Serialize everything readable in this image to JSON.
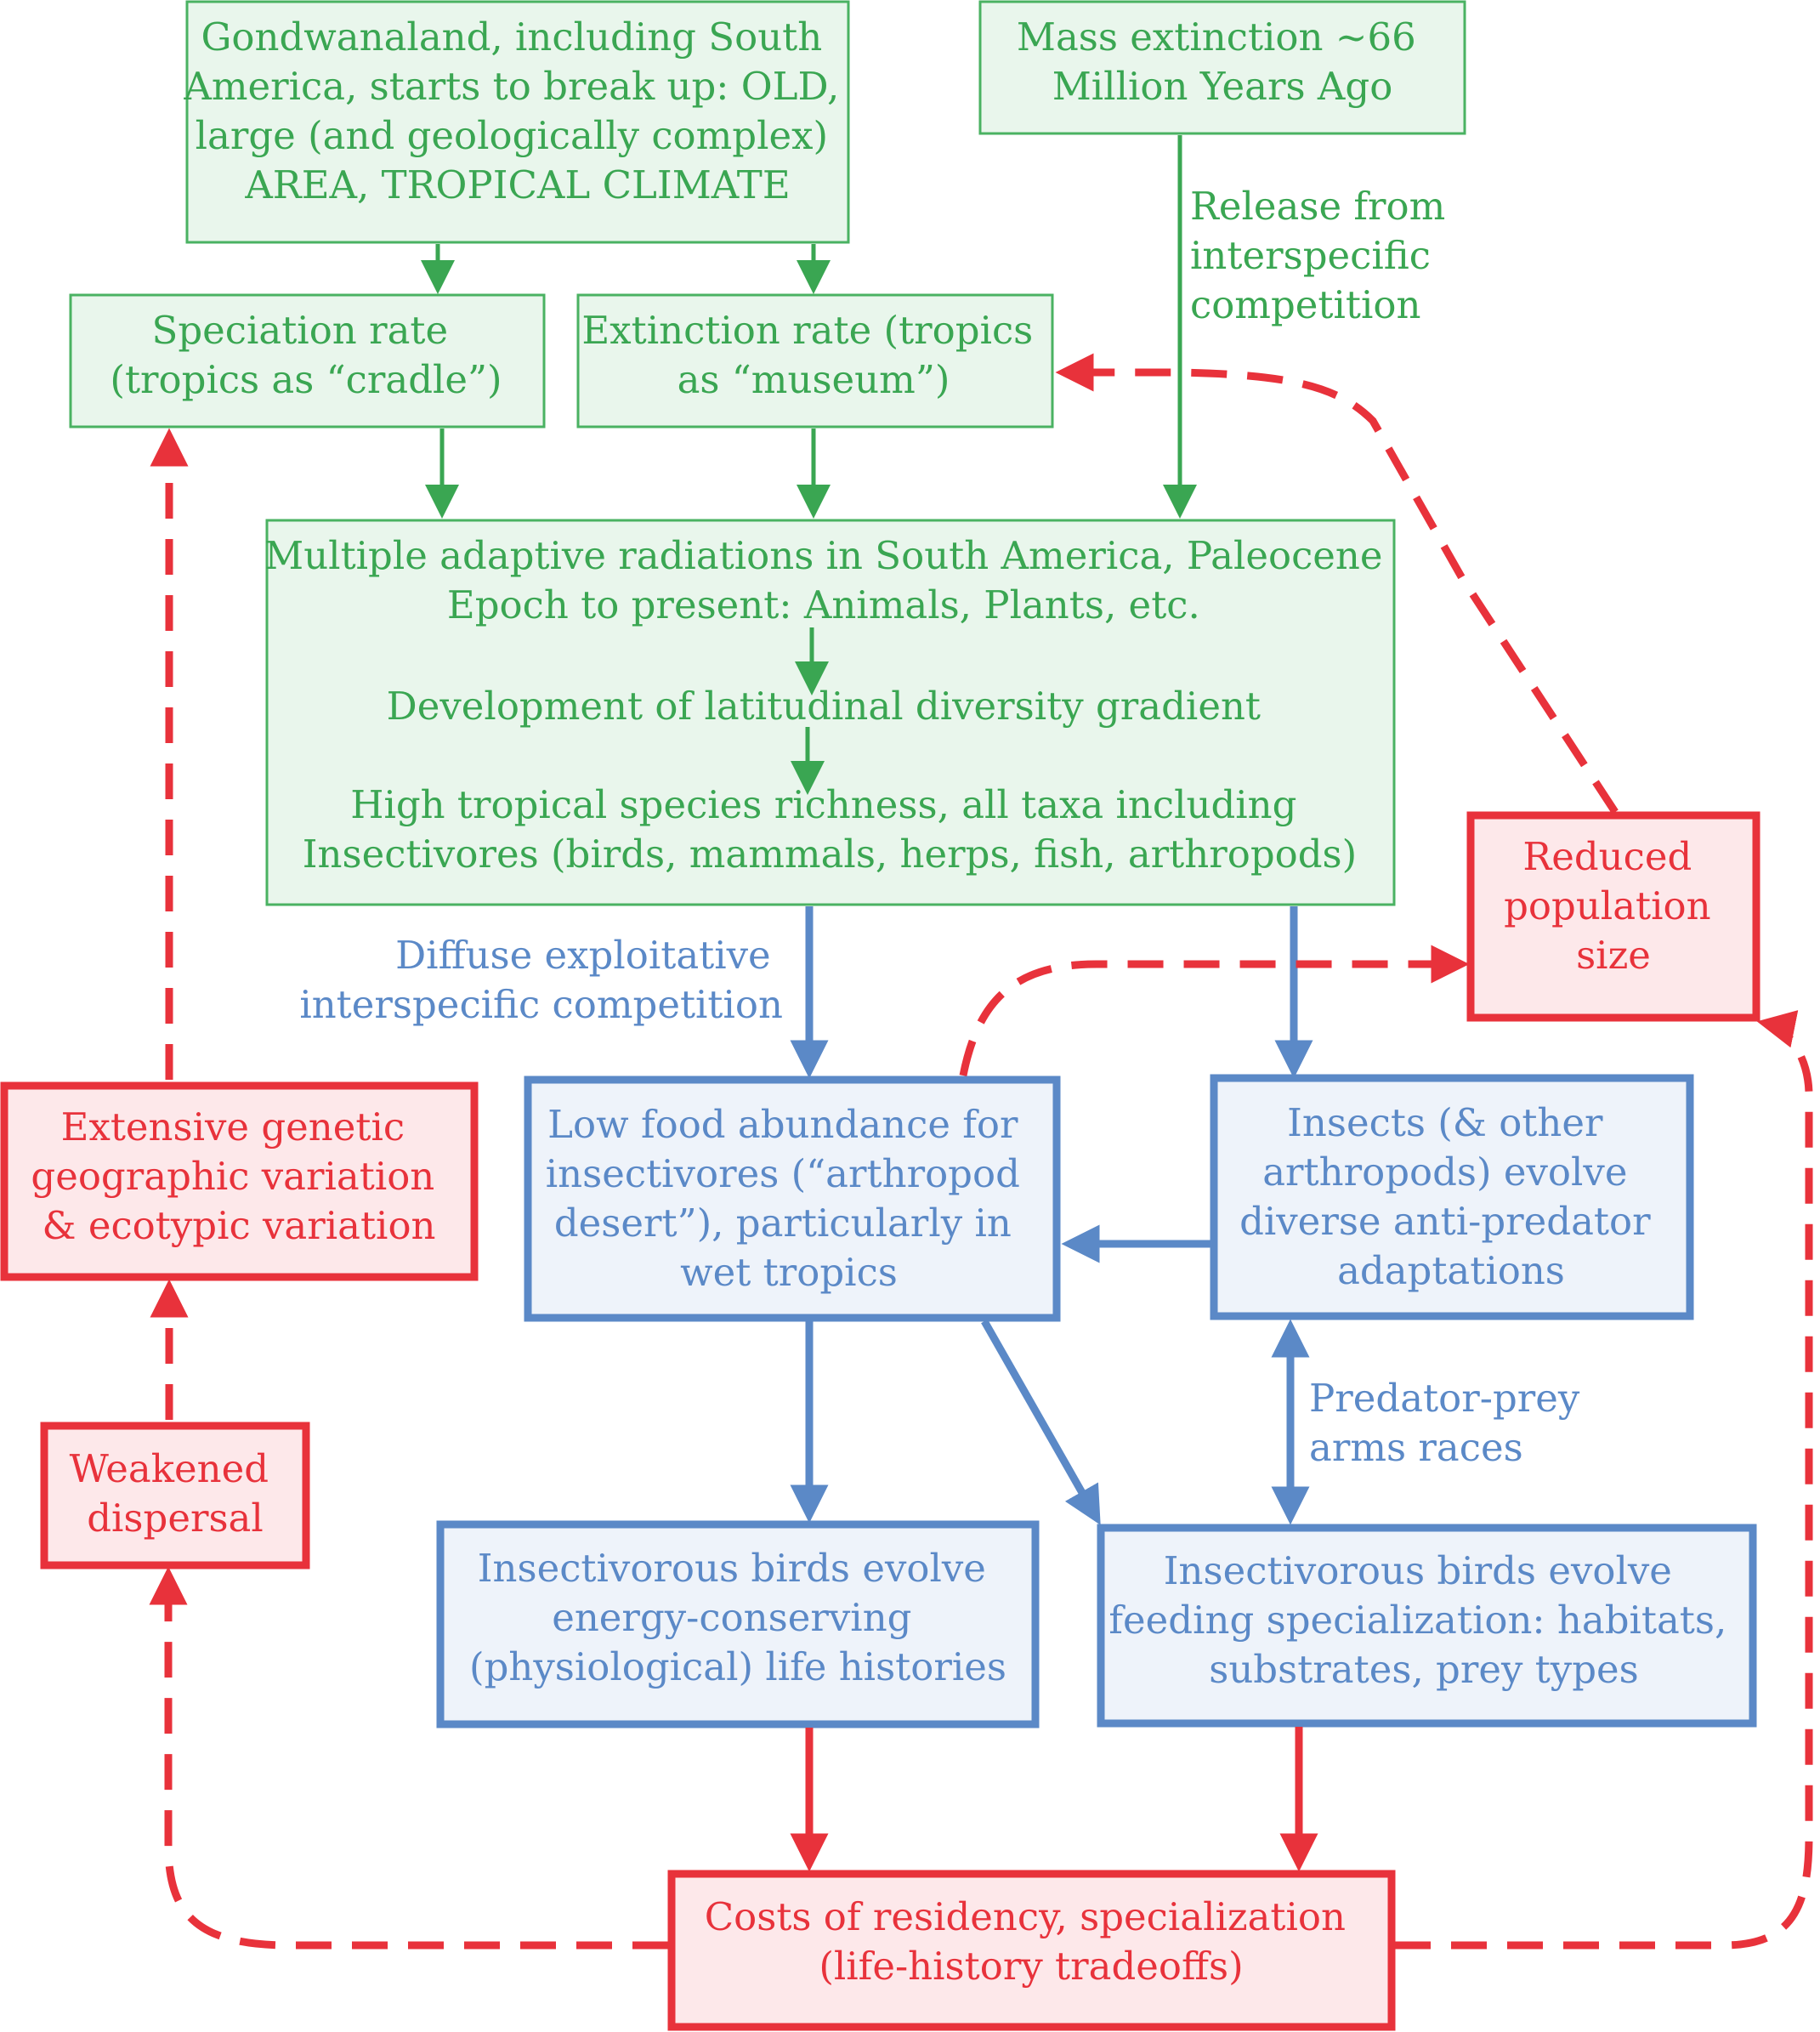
{
  "colors": {
    "green_stroke": "#4ab262",
    "green_fill": "#e9f6ec",
    "green_text": "#3aa652",
    "blue_stroke": "#5b89c7",
    "blue_fill": "#eef3fa",
    "blue_text": "#5b89c7",
    "red_stroke": "#e8323b",
    "red_fill": "#fde8ea",
    "red_text": "#e8323b"
  },
  "nodes": {
    "gondwanaland": [
      "Gondwanaland, including South",
      "America, starts to break up: OLD,",
      "large (and geologically complex)",
      "AREA, TROPICAL CLIMATE"
    ],
    "mass_extinction": [
      "Mass extinction ~66",
      "Million Years Ago"
    ],
    "speciation": [
      "Speciation rate",
      "(tropics as “cradle”)"
    ],
    "extinction_rate": [
      "Extinction rate (tropics",
      "as “museum”)"
    ],
    "radiations": [
      "Multiple adaptive radiations in South America, Paleocene",
      "Epoch to present: Animals, Plants, etc."
    ],
    "gradient": [
      "Development of latitudinal diversity gradient"
    ],
    "richness": [
      "High tropical species richness, all taxa including",
      "Insectivores (birds, mammals, herps, fish, arthropods)"
    ],
    "reduced_population": [
      "Reduced",
      "population",
      "size"
    ],
    "low_food": [
      "Low food abundance for",
      "insectivores (“arthropod",
      "desert”), particularly in",
      "wet tropics"
    ],
    "insects": [
      "Insects (& other",
      "arthropods) evolve",
      "diverse anti-predator",
      "adaptations"
    ],
    "genetic_variation": [
      "Extensive genetic",
      "geographic variation",
      "& ecotypic variation"
    ],
    "weakened_dispersal": [
      "Weakened",
      "dispersal"
    ],
    "energy_conserving": [
      "Insectivorous birds evolve",
      "energy-conserving",
      "(physiological) life histories"
    ],
    "feeding_specialization": [
      "Insectivorous birds evolve",
      "feeding specialization: habitats,",
      "substrates, prey types"
    ],
    "costs": [
      "Costs of residency, specialization",
      "(life-history tradeoffs)"
    ]
  },
  "edge_labels": {
    "release": [
      "Release from",
      "interspecific",
      "competition"
    ],
    "diffuse": [
      "Diffuse exploitative",
      "interspecific competition"
    ],
    "arms_races": [
      "Predator-prey",
      "arms races"
    ]
  }
}
